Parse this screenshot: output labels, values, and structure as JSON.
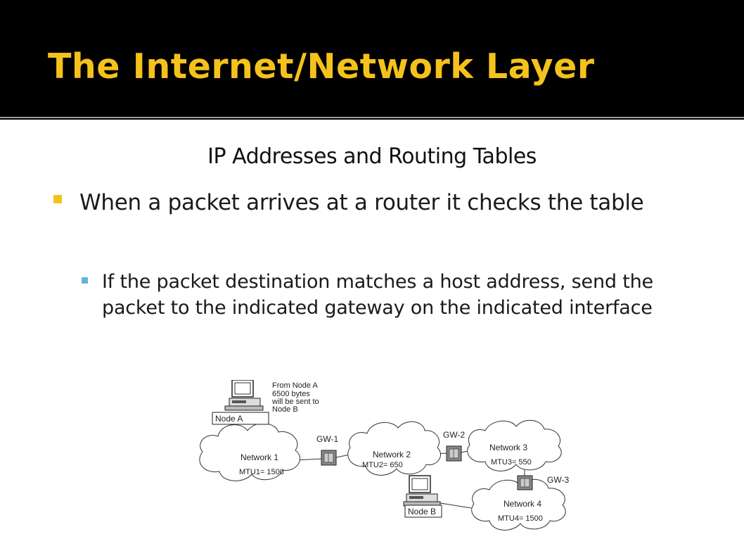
{
  "slide": {
    "title": "The Internet/Network Layer",
    "subtitle": "IP Addresses and Routing Tables",
    "bullet_1": "When a packet arrives at a router it checks the table",
    "bullet_2": "If the packet destination matches a host address, send the packet to the indicated gateway on the indicated interface"
  },
  "diagram": {
    "node_a": "Node A",
    "node_b": "Node B",
    "note_lines": [
      "From Node A",
      "6500 bytes",
      "will be sent to",
      "Node B"
    ],
    "networks": [
      {
        "name": "Network 1",
        "mtu": "MTU1= 1500"
      },
      {
        "name": "Network 2",
        "mtu": "MTU2= 650"
      },
      {
        "name": "Network 3",
        "mtu": "MTU3= 550"
      },
      {
        "name": "Network 4",
        "mtu": "MTU4= 1500"
      }
    ],
    "gateways": [
      "GW-1",
      "GW-2",
      "GW-3"
    ]
  },
  "colors": {
    "title": "#f4c21c",
    "bullet_main": "#f4c21c",
    "bullet_sub": "#5fb7d7",
    "background_header": "#000000",
    "background_body": "#ffffff"
  }
}
